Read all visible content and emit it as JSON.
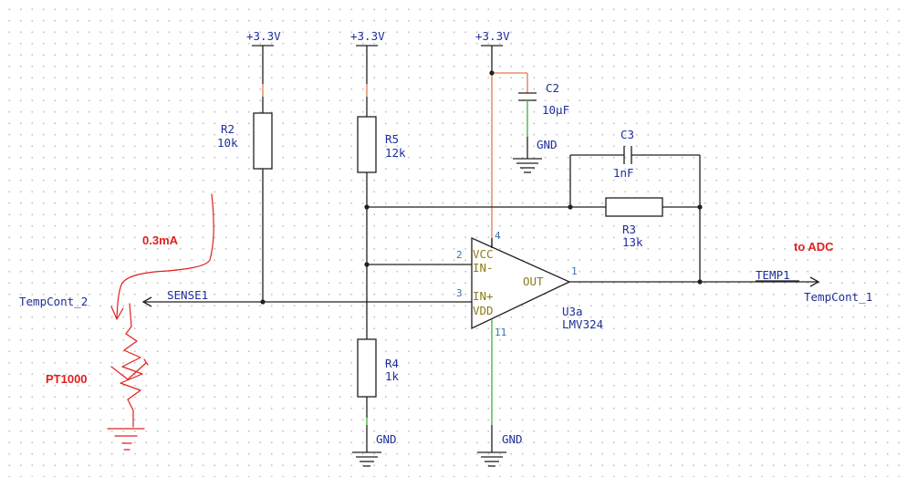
{
  "supplies": {
    "vcc_r2": "+3.3V",
    "vcc_r5": "+3.3V",
    "vcc_op": "+3.3V"
  },
  "components": {
    "r2": {
      "ref": "R2",
      "value": "10k"
    },
    "r5": {
      "ref": "R5",
      "value": "12k"
    },
    "r4": {
      "ref": "R4",
      "value": "1k"
    },
    "r3": {
      "ref": "R3",
      "value": "13k"
    },
    "c2": {
      "ref": "C2",
      "value": "10µF"
    },
    "c3": {
      "ref": "C3",
      "value": "1nF"
    },
    "u3a": {
      "ref": "U3a",
      "value": "LMV324"
    }
  },
  "opamp_pins": {
    "vcc": "VCC",
    "in_minus": "IN-",
    "in_plus": "IN+",
    "vdd": "VDD",
    "out": "OUT",
    "n2": "2",
    "n3": "3",
    "n4": "4",
    "n11": "11",
    "n1": "1"
  },
  "grounds": {
    "c2": "GND",
    "r4": "GND",
    "op": "GND"
  },
  "nets": {
    "sense": "SENSE1",
    "temp": "TEMP1"
  },
  "ports": {
    "left": "TempCont_2",
    "right": "TempCont_1"
  },
  "annotations": {
    "current": "0.3mA",
    "sensor": "PT1000",
    "adc": "to ADC"
  },
  "colors": {
    "wire": "#202020",
    "label_blue": "#1f2f9a",
    "pin_blue": "#3f6fb5",
    "opamp_label": "#8b7d1a",
    "annotation_red": "#e02020",
    "supply_net_orange": "#e07a55",
    "ground_net_green": "#3ab13a"
  }
}
